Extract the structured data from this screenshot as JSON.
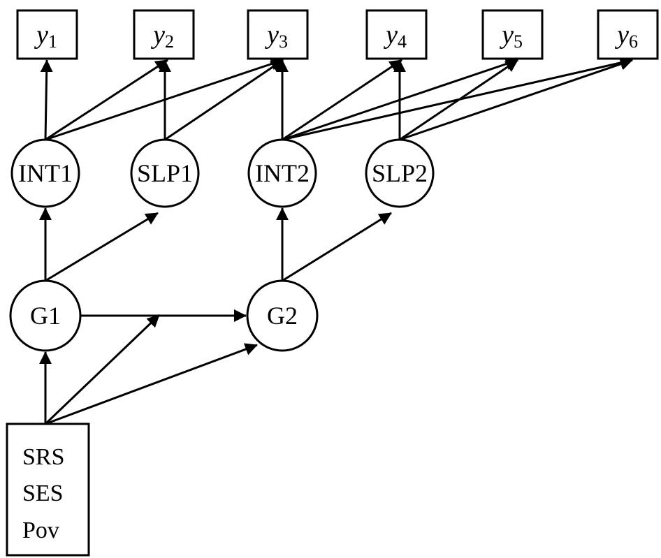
{
  "observed": [
    {
      "id": "y1",
      "var": "y",
      "sub": "1"
    },
    {
      "id": "y2",
      "var": "y",
      "sub": "2"
    },
    {
      "id": "y3",
      "var": "y",
      "sub": "3"
    },
    {
      "id": "y4",
      "var": "y",
      "sub": "4"
    },
    {
      "id": "y5",
      "var": "y",
      "sub": "5"
    },
    {
      "id": "y6",
      "var": "y",
      "sub": "6"
    }
  ],
  "growth_factors": [
    {
      "id": "INT1",
      "label": "INT1"
    },
    {
      "id": "SLP1",
      "label": "SLP1"
    },
    {
      "id": "INT2",
      "label": "INT2"
    },
    {
      "id": "SLP2",
      "label": "SLP2"
    }
  ],
  "groups": [
    {
      "id": "G1",
      "label": "G1"
    },
    {
      "id": "G2",
      "label": "G2"
    }
  ],
  "covariates": {
    "lines": [
      "SRS",
      "SES",
      "Pov"
    ]
  },
  "edges": [
    {
      "from": "INT1",
      "to": "y1"
    },
    {
      "from": "INT1",
      "to": "y2"
    },
    {
      "from": "INT1",
      "to": "y3"
    },
    {
      "from": "SLP1",
      "to": "y2"
    },
    {
      "from": "SLP1",
      "to": "y3"
    },
    {
      "from": "INT2",
      "to": "y3"
    },
    {
      "from": "INT2",
      "to": "y4"
    },
    {
      "from": "INT2",
      "to": "y5"
    },
    {
      "from": "INT2",
      "to": "y6"
    },
    {
      "from": "SLP2",
      "to": "y4"
    },
    {
      "from": "SLP2",
      "to": "y5"
    },
    {
      "from": "SLP2",
      "to": "y6"
    },
    {
      "from": "G1",
      "to": "INT1"
    },
    {
      "from": "G1",
      "to": "SLP1"
    },
    {
      "from": "G2",
      "to": "INT2"
    },
    {
      "from": "G2",
      "to": "SLP2"
    },
    {
      "from": "G1",
      "to": "G2"
    },
    {
      "from": "COV",
      "to": "G1"
    },
    {
      "from": "COV",
      "to": "G2"
    },
    {
      "from": "COV",
      "to": "G1-G2-path"
    }
  ]
}
